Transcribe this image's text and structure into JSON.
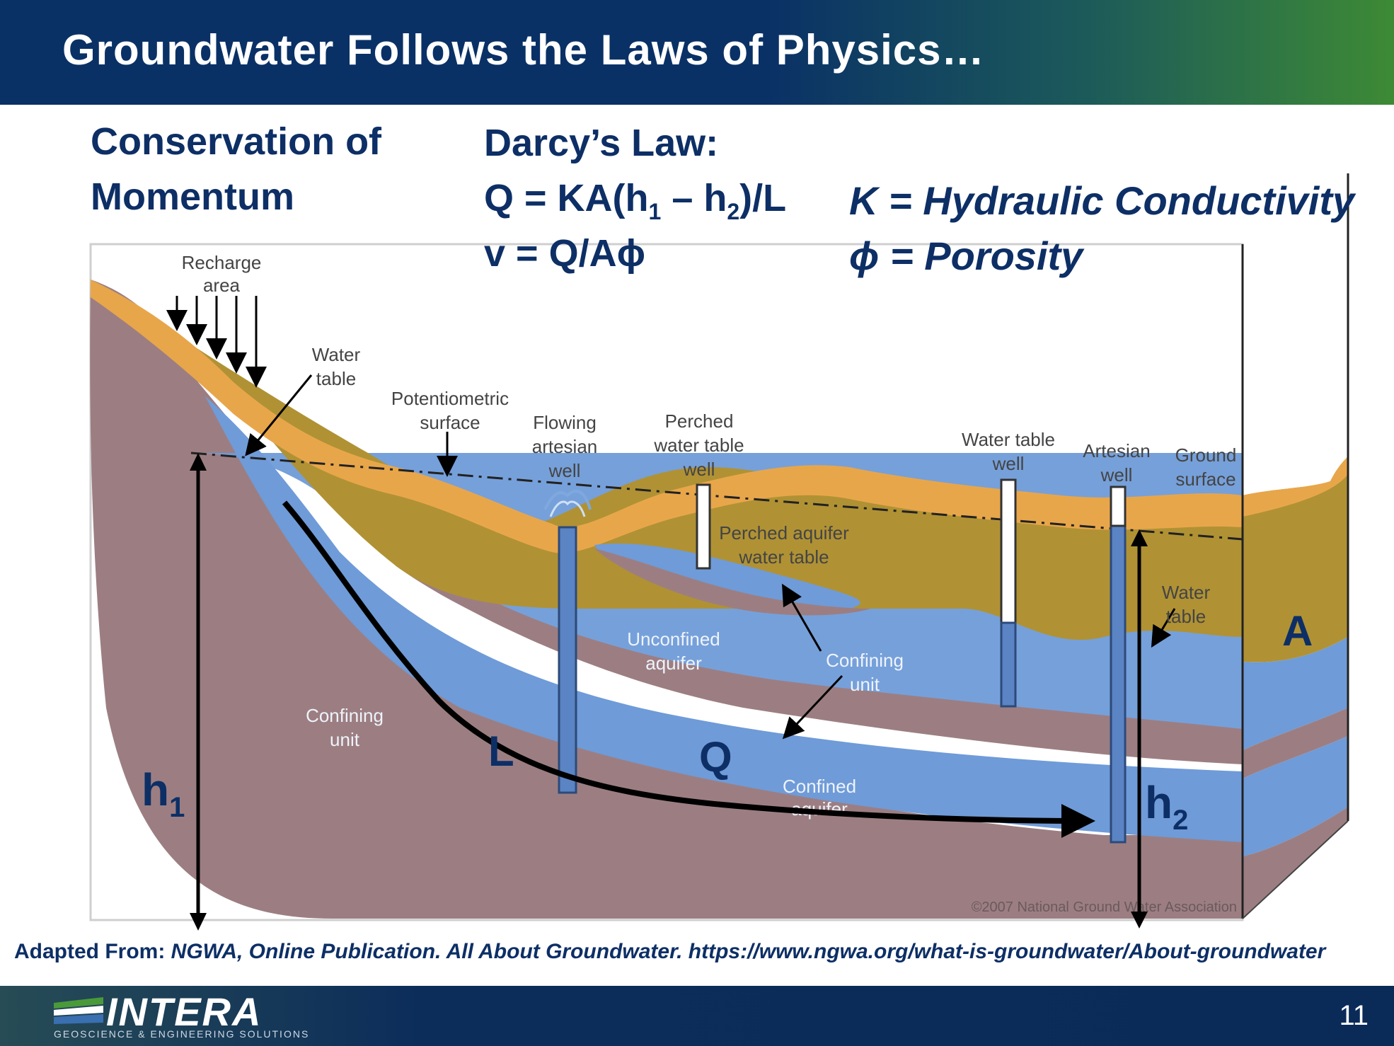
{
  "slide": {
    "title": "Groundwater Follows the Laws of Physics…",
    "page_number": "11"
  },
  "momentum": {
    "line1": "Conservation of",
    "line2": "Momentum"
  },
  "darcy": {
    "heading": "Darcy’s Law:",
    "eq_q_prefix": "Q = KA(h",
    "eq_q_sub1": "1",
    "eq_q_mid": " – h",
    "eq_q_sub2": "2",
    "eq_q_suffix": ")/L",
    "eq_v": "v = Q/Aϕ"
  },
  "definitions": {
    "k": "K = Hydraulic Conductivity",
    "phi": "ϕ = Porosity"
  },
  "diagram": {
    "labels": {
      "recharge_1": "Recharge",
      "recharge_2": "area",
      "water_table_1": "Water",
      "water_table_2": "table",
      "potentiometric_1": "Potentiometric",
      "potentiometric_2": "surface",
      "flowing_1": "Flowing",
      "flowing_2": "artesian",
      "flowing_3": "well",
      "perched_well_1": "Perched",
      "perched_well_2": "water table",
      "perched_well_3": "well",
      "wt_well_1": "Water table",
      "wt_well_2": "well",
      "artesian_1": "Artesian",
      "artesian_2": "well",
      "ground_1": "Ground",
      "ground_2": "surface",
      "perched_aq_1": "Perched aquifer",
      "perched_aq_2": "water table",
      "wt_right_1": "Water",
      "wt_right_2": "table",
      "unconfined_1": "Unconfined",
      "unconfined_2": "aquifer",
      "confining_mid_1": "Confining",
      "confining_mid_2": "unit",
      "confining_left_1": "Confining",
      "confining_left_2": "unit",
      "confined_1": "Confined",
      "confined_2": "aquifer",
      "copyright": "©2007 National Ground Water Association"
    },
    "variables": {
      "h1": "h",
      "h1_sub": "1",
      "h2": "h",
      "h2_sub": "2",
      "L": "L",
      "Q": "Q",
      "A": "A"
    }
  },
  "source": {
    "prefix": "Adapted From: ",
    "citation": "NGWA, Online Publication. All About Groundwater. https://www.ngwa.org/what-is-groundwater/About-groundwater"
  },
  "footer": {
    "logo_name": "INTERA",
    "logo_tagline": "GEOSCIENCE & ENGINEERING SOLUTIONS"
  },
  "colors": {
    "header_blue": "#0a3166",
    "header_green": "#3d8a35",
    "title_text": "#0d2f66",
    "aquifer_blue": "#6f9bd8",
    "confining_brown": "#9a7c80",
    "soil_olive": "#b09234",
    "surface_orange": "#e8a64a"
  }
}
